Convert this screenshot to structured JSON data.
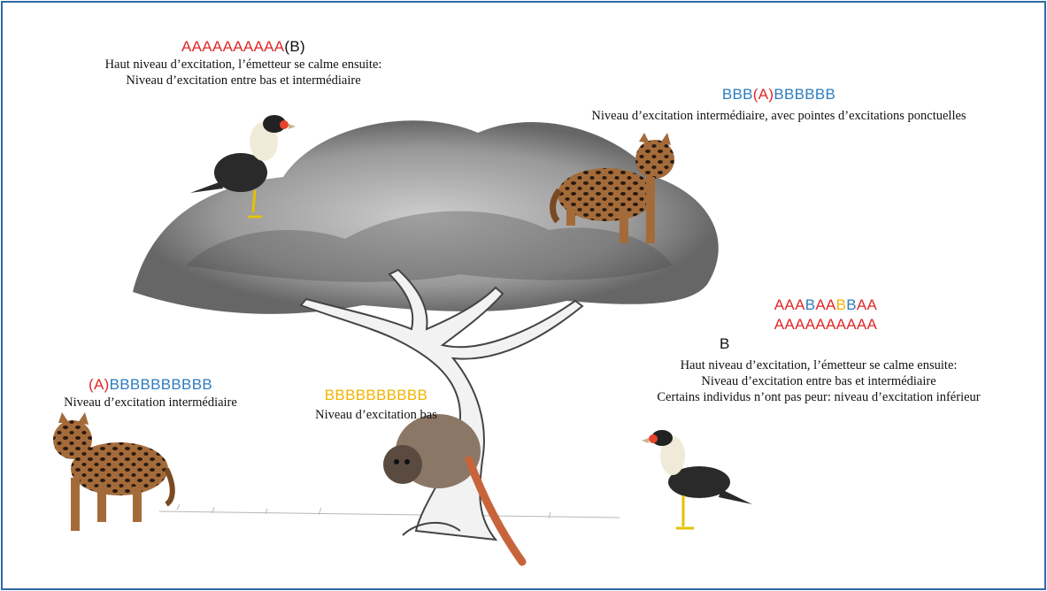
{
  "colors": {
    "A": "#e02828",
    "B": "#2d7cbf",
    "yellowB": "#f0b400",
    "black": "#111111",
    "border": "#2f6aa6",
    "bark": "#444444",
    "foliage": "#555555"
  },
  "top_left": {
    "code": [
      {
        "t": "AAAAAAAAAA",
        "c": "A"
      },
      {
        "t": "(B)",
        "c": "black"
      }
    ],
    "line1": "Haut niveau d’excitation, l’émetteur se calme ensuite:",
    "line2": "Niveau  d’excitation entre bas et intermédiaire"
  },
  "top_right": {
    "code": [
      {
        "t": "BBB",
        "c": "B"
      },
      {
        "t": "(A)",
        "c": "A"
      },
      {
        "t": "BBBBBB",
        "c": "B"
      }
    ],
    "line1": "Niveau  d’excitation intermédiaire,  avec pointes d’excitations ponctuelles"
  },
  "bottom_left": {
    "code": [
      {
        "t": "(A)",
        "c": "A"
      },
      {
        "t": "BBBBBBBBBB",
        "c": "B"
      }
    ],
    "line1": "Niveau  d’excitation intermédiaire"
  },
  "bottom_middle": {
    "code": [
      {
        "t": "BBBBBBBBBB",
        "c": "yellowB"
      }
    ],
    "line1": "Niveau  d’excitation bas"
  },
  "right": {
    "code1": [
      {
        "t": "AAA",
        "c": "A"
      },
      {
        "t": "B",
        "c": "B"
      },
      {
        "t": "AA",
        "c": "A"
      },
      {
        "t": "B",
        "c": "yellowB"
      },
      {
        "t": "B",
        "c": "B"
      },
      {
        "t": "AA",
        "c": "A"
      }
    ],
    "code2": [
      {
        "t": "AAAAAAAAAA",
        "c": "A"
      }
    ],
    "code3": [
      {
        "t": "B",
        "c": "black"
      }
    ],
    "line1": "Haut niveau d’excitation, l’émetteur se calme ensuite:",
    "line2": "Niveau  d’excitation entre bas et intermédiaire",
    "line3": "Certains individus  n’ont pas peur: niveau d’excitation inférieur"
  }
}
